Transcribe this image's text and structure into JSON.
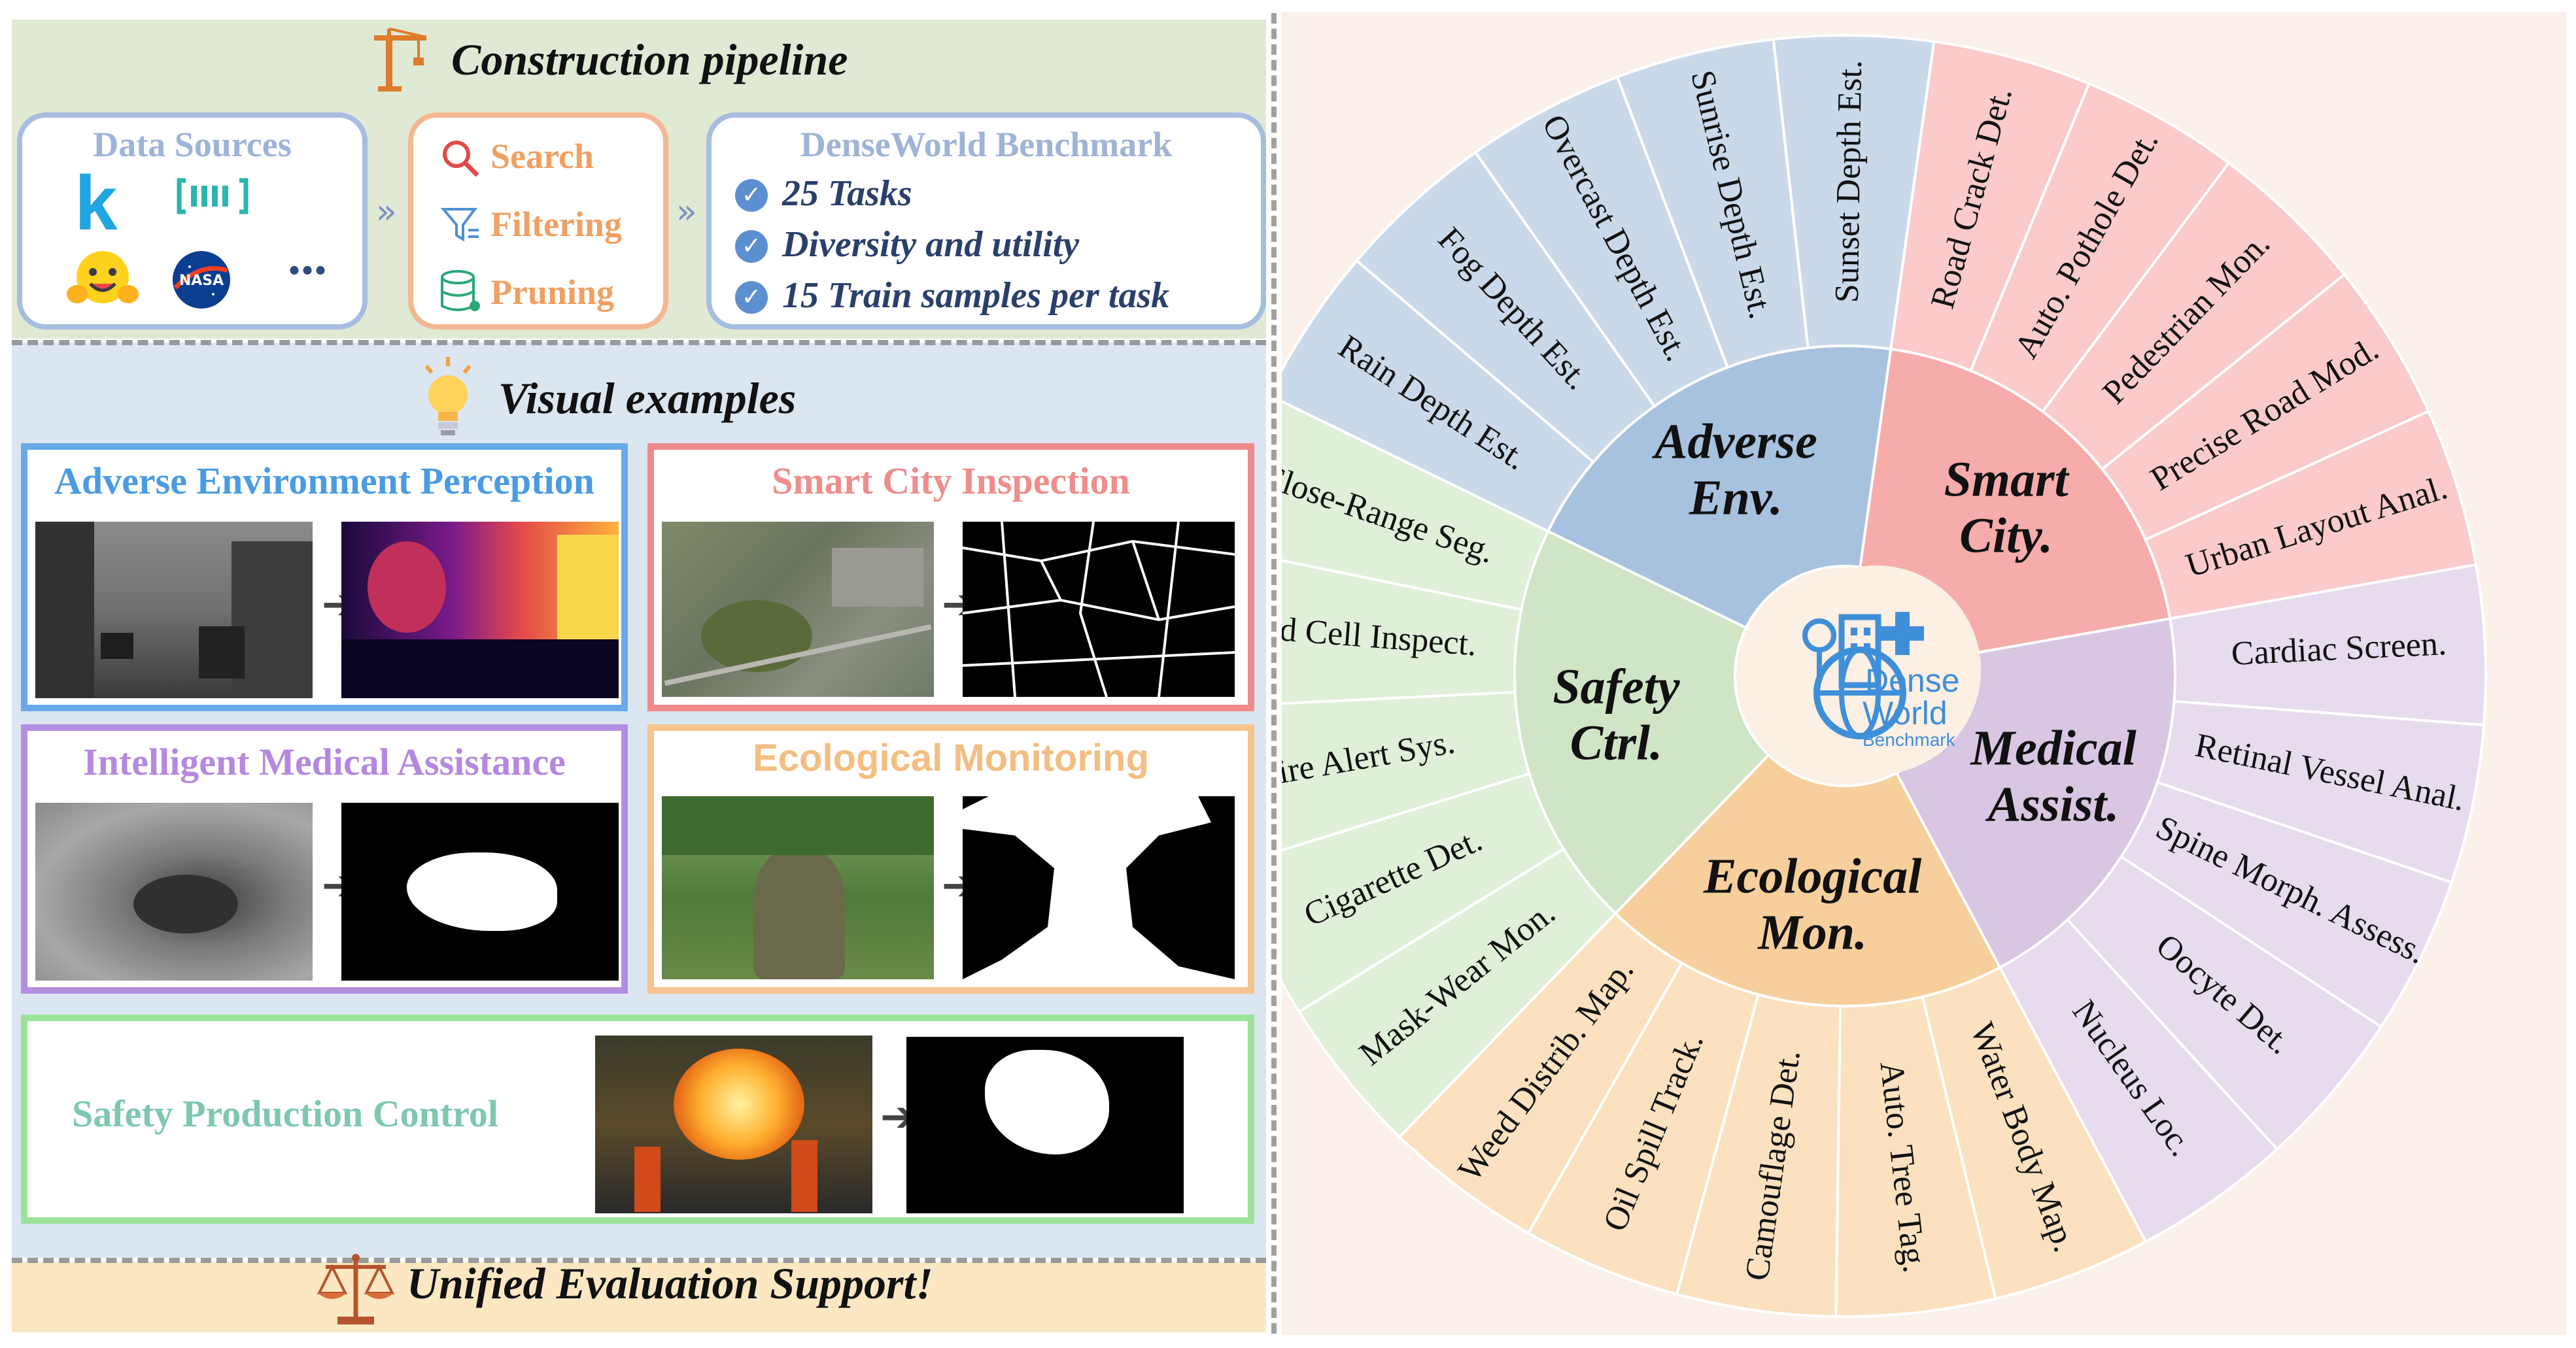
{
  "pipeline": {
    "title": "Construction pipeline",
    "sources_title": "Data Sources",
    "more": "...",
    "steps": [
      "Search",
      "Filtering",
      "Pruning"
    ],
    "benchmark_title": "DenseWorld Benchmark",
    "benchmark_items": [
      "25 Tasks",
      "Diversity and utility",
      "15 Train samples per task"
    ],
    "chevron": "»"
  },
  "visual": {
    "title": "Visual examples",
    "cards": {
      "adverse": "Adverse Environment Perception",
      "smart": "Smart City Inspection",
      "medical": "Intelligent Medical Assistance",
      "eco": "Ecological Monitoring",
      "safety": "Safety Production Control"
    }
  },
  "footer": {
    "title": "Unified Evaluation Support!"
  },
  "wheel": {
    "center_title": "Dense",
    "center_title2": "World",
    "center_sub": "Benchmark",
    "categories": [
      {
        "name": [
          "Adverse",
          "Env."
        ],
        "inner": "#a7c2df",
        "outer": "#c9d9ea",
        "tasks": [
          "Rain Depth Est.",
          "Fog Depth Est.",
          "Overcast Depth Est.",
          "Sunrise Depth Est.",
          "Sunset Depth Est."
        ]
      },
      {
        "name": [
          "Smart",
          "City."
        ],
        "inner": "#f6acab",
        "outer": "#fbcaca",
        "tasks": [
          "Road Crack Det.",
          "Auto. Pothole Det.",
          "Pedestrian Mon.",
          "Precise Road Mod.",
          "Urban Layout Anal."
        ]
      },
      {
        "name": [
          "Medical",
          "Assist."
        ],
        "inner": "#d9c6e2",
        "outer": "#e7dbee",
        "tasks": [
          "Cardiac Screen.",
          "Retinal Vessel Anal.",
          "Spine Morph. Assess.",
          "Oocyte Det.",
          "Nucleus Loc."
        ]
      },
      {
        "name": [
          "Ecological",
          "Mon."
        ],
        "inner": "#f7cf9c",
        "outer": "#fbe1bf",
        "tasks": [
          "Water Body Map.",
          "Auto. Tree Tag.",
          "Camouflage Det.",
          "Oil Spill Track.",
          "Weed Distrib. Map."
        ]
      },
      {
        "name": [
          "Safety",
          "Ctrl."
        ],
        "inner": "#cfe5c6",
        "outer": "#e0efd8",
        "tasks": [
          "Mask-Wear Mon.",
          "Cigarette Det.",
          "Fire Alert Sys.",
          "Food Cell Inspect.",
          "Close-Range Seg."
        ]
      }
    ]
  },
  "colors": {
    "adverse": "#6aa9e8",
    "smart": "#f08a8a",
    "medical": "#b48ee0",
    "eco": "#f6c490",
    "safety": "#9be39a",
    "step_text": "#f0a062"
  }
}
